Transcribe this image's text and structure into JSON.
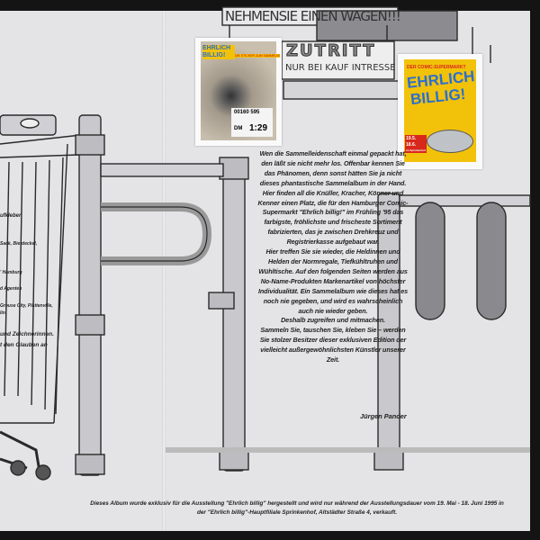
{
  "signs": {
    "top_banner": "NEHMENSIE EINEN WAGEN!!!",
    "zutritt": "ZUTRITT",
    "zutritt_sub": "NUR BEI KAUF INTRESSE"
  },
  "stickers": {
    "left": {
      "title": "EHRLICH BILLIG!",
      "tagline": "DIE STICKER ZUM SAMMELN!",
      "code": "00160 595",
      "currency": "DM",
      "price": "1:29"
    },
    "right": {
      "subtitle": "DER COMIC-SUPERMARKT",
      "title_line1": "EHRLICH",
      "title_line2": "BILLIG!",
      "date1": "19.5.",
      "date2": "18.6.",
      "place": "im Sprinkenhof"
    }
  },
  "left_page_fragments": [
    "ufkleber",
    "Sack, Bierdeckel,",
    "' Hamburg",
    "d Agenten",
    "Grouse City, Plattenville,",
    "lin.",
    "und Zeichnerinnen.",
    "t den Glauben an"
  ],
  "intro_text": [
    "Wen die Sammelleidenschaft einmal gepackt hat, den läßt sie nicht mehr los. Offenbar kennen Sie das Phänomen, denn sonst hätten Sie ja nicht dieses phantastische Sammelalbum in der Hand. Hier finden all die Knüller, Kracher, Könner und Kenner einen Platz, die für den Hamburger Comic-Supermarkt \"Ehrlich billig!\" im Frühling '95 das farbigste, fröhlichste und frischeste Sortiment fabrizierten, das je zwischen Drehkreuz und Registrierkasse aufgebaut war.",
    "Hier treffen Sie sie wieder, die Heldinnen und Helden der Normregale, Tiefkühltruhen und Wühltische. Auf den folgenden Seiten werden aus No-Name-Produkten Markenartikel von höchster Individualität. Ein Sammelalbum wie dieses hat es noch nie gegeben, und wird es wahrscheinlich auch nie wieder geben.",
    "Deshalb zugreifen und mitmachen.",
    "Sammeln Sie, tauschen Sie, kleben Sie – werden Sie stolzer Besitzer dieser exklusiven Edition der vielleicht außergewöhnlichsten Künstler unserer Zeit."
  ],
  "signature": "Jürgen Pander",
  "footer": "Dieses Album wurde exklusiv für die Ausstellung \"Ehrlich billig\" hergestellt und wird nur während der Ausstellungsdauer vom 19. Mai - 18. Juni 1995 in der \"Ehrlich billig\"-Hauptfiliale Sprinkenhof, Altstädter Straße 4, verkauft.",
  "colors": {
    "background": "#141414",
    "paper": "#e4e4e7",
    "ink": "#222222",
    "sticker_yellow": "#f2c20a",
    "sticker_blue": "#2a6fd0",
    "sticker_red": "#d8281c"
  }
}
